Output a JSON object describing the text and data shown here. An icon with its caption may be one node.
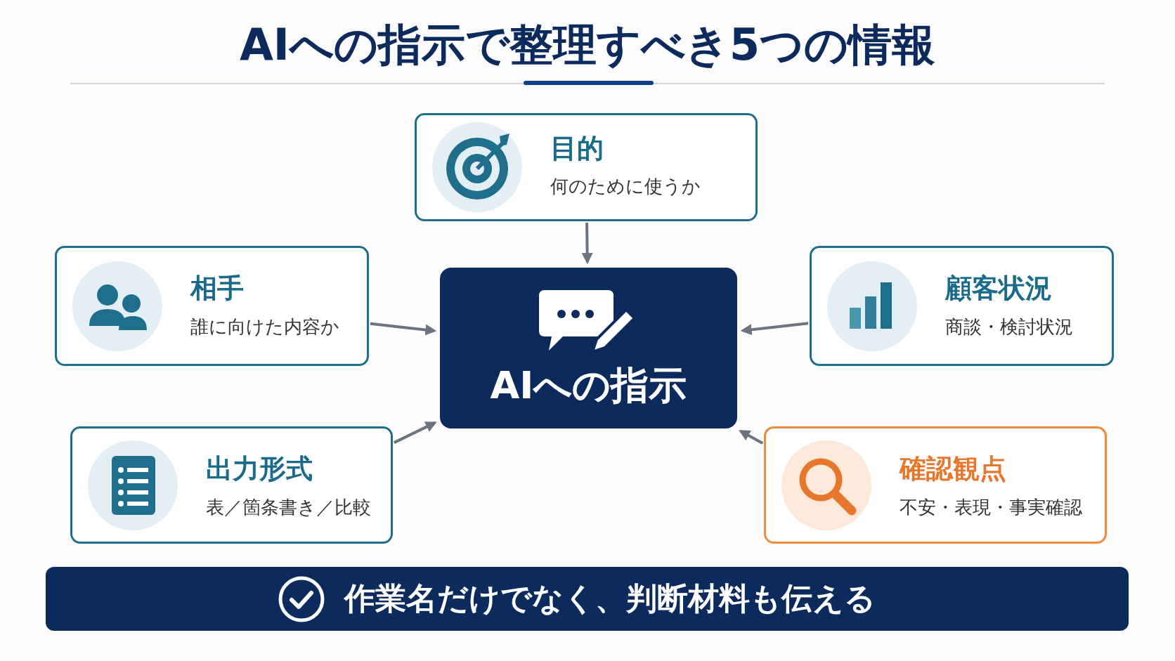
{
  "diagram": {
    "title": "AIへの指示で整理すべき5つの情報",
    "nodes": [
      {
        "text": [
          "目的",
          "何のために使うか"
        ]
      },
      {
        "text": [
          "相手",
          "誰に向けた内容か"
        ]
      },
      {
        "text": [
          "AIへの指示"
        ]
      },
      {
        "text": [
          "顧客状況",
          "商談・検討状況"
        ]
      },
      {
        "text": [
          "出力形式",
          "表／箇条書き／比較"
        ]
      },
      {
        "text": [
          "確認観点",
          "不安・表現・事実確認"
        ]
      },
      {
        "text": [
          "作業名だけでなく、判断材料も伝える"
        ]
      }
    ],
    "edges": [
      {
        "from": 0,
        "to": 2,
        "arrow": "to"
      },
      {
        "from": 1,
        "to": 2,
        "arrow": "to"
      },
      {
        "from": 3,
        "to": 2,
        "arrow": "to"
      },
      {
        "from": 4,
        "to": 2,
        "arrow": "to"
      },
      {
        "from": 5,
        "to": 2,
        "arrow": "to"
      }
    ]
  }
}
